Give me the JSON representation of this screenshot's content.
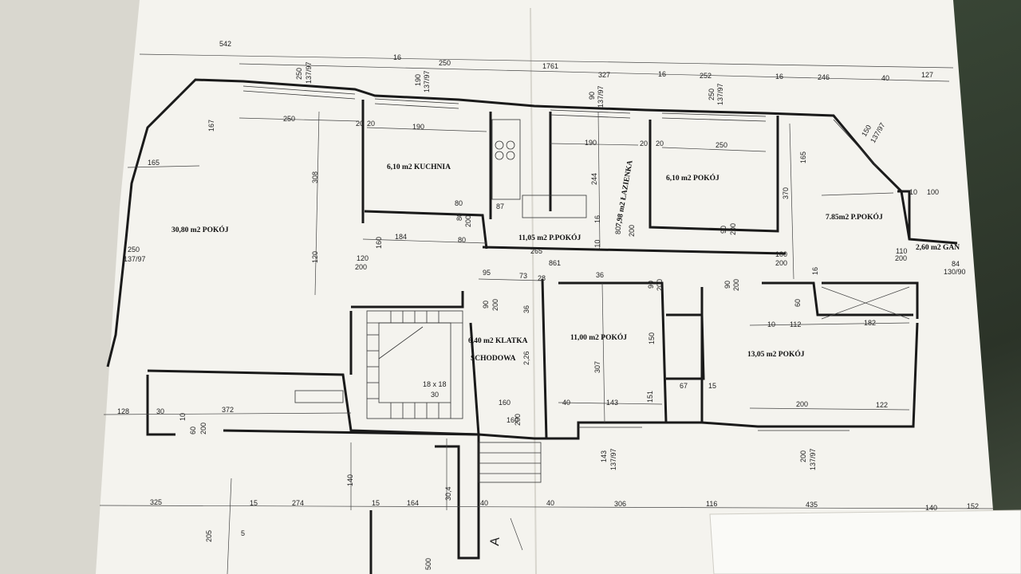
{
  "rooms": [
    {
      "id": "pokoj-30",
      "label": "30,80 m2 POKÓJ"
    },
    {
      "id": "kuchnia",
      "label": "6,10 m2 KUCHNIA"
    },
    {
      "id": "lazienka",
      "label": "7,98 m2 ŁAZIENKA"
    },
    {
      "id": "pokoj-6",
      "label": "6,10 m2 POKÓJ"
    },
    {
      "id": "ppokoj-785",
      "label": "7.85m2 P.POKÓJ"
    },
    {
      "id": "gan",
      "label": "2,60 m2 GAN"
    },
    {
      "id": "ppokoj-1105",
      "label": "11,05 m2 P.POKÓJ"
    },
    {
      "id": "klatka-1",
      "label": "6,40 m2  KLATKA"
    },
    {
      "id": "klatka-2",
      "label": "SCHODOWA"
    },
    {
      "id": "pokoj-11",
      "label": "11,00 m2 POKÓJ"
    },
    {
      "id": "pokoj-1305",
      "label": "13,05 m2 POKÓJ"
    }
  ],
  "dimensions": {
    "top_row": [
      "542",
      "16",
      "250",
      "1761",
      "327",
      "16",
      "252",
      "16",
      "246",
      "40",
      "127"
    ],
    "window_dims": [
      "250",
      "137/97",
      "190",
      "137/97",
      "90",
      "137/97",
      "250",
      "137/97",
      "150",
      "137/97"
    ],
    "inner": [
      "167",
      "250",
      "20",
      "20",
      "190",
      "190",
      "244",
      "20",
      "20",
      "250",
      "165",
      "308",
      "165",
      "370",
      "10",
      "100",
      "80",
      "80",
      "200",
      "87",
      "16",
      "184",
      "80",
      "110",
      "80",
      "200",
      "90",
      "200",
      "100",
      "200",
      "120",
      "160",
      "120",
      "200",
      "265",
      "861",
      "110",
      "200",
      "84",
      "130/90",
      "95",
      "73",
      "28",
      "36",
      "90",
      "200",
      "90",
      "200",
      "16",
      "90",
      "200",
      "60",
      "10",
      "112",
      "182",
      "150",
      "307",
      "67",
      "15",
      "36",
      "2,26",
      "18 x 18",
      "30",
      "160",
      "160",
      "200",
      "40",
      "143",
      "151",
      "200",
      "122",
      "128",
      "30",
      "372",
      "10",
      "60",
      "200",
      "143",
      "137/97",
      "200",
      "137/97",
      "250",
      "137/97"
    ],
    "bottom_row": [
      "325",
      "15",
      "274",
      "15",
      "164",
      "30,4",
      "40",
      "40",
      "306",
      "116",
      "435",
      "140",
      "152"
    ],
    "verticals": [
      "140",
      "205",
      "5",
      "500"
    ]
  },
  "markers": {
    "section_a": "A"
  }
}
